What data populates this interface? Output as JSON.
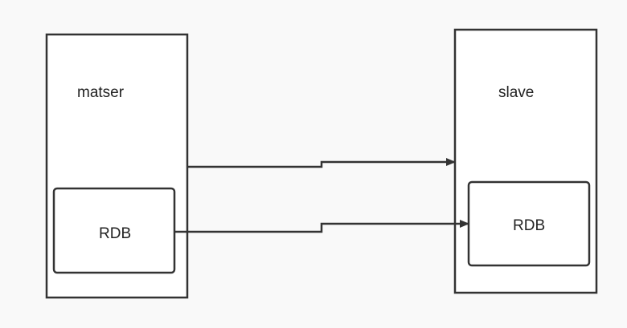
{
  "diagram": {
    "master": {
      "label": "matser",
      "inner_label": "RDB"
    },
    "slave": {
      "label": "slave",
      "inner_label": "RDB"
    },
    "colors": {
      "stroke": "#333333",
      "background": "#f9f9f9",
      "box_fill": "#ffffff",
      "text": "#222222"
    }
  }
}
